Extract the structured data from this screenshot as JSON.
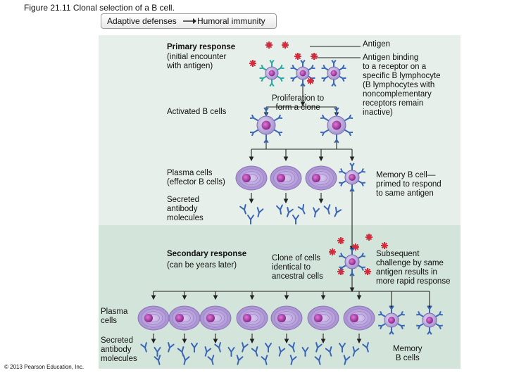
{
  "figure_title": "Figure 21.11 Clonal selection of a B cell.",
  "breadcrumb": {
    "from": "Adaptive defenses",
    "to": "Humoral immunity"
  },
  "labels": {
    "primary_response": "Primary response",
    "primary_note": "(initial encounter\nwith antigen)",
    "activated_b_cells": "Activated B cells",
    "proliferation": "Proliferation to\nform a clone",
    "antigen": "Antigen",
    "antigen_binding": "Antigen binding\nto a receptor on a\nspecific B lymphocyte\n(B lymphocytes with\nnoncomplementary\nreceptors remain\ninactive)",
    "plasma_cells_effector": "Plasma cells\n(effector B cells)",
    "memory_b_cell": "Memory B cell—\nprimed to respond\nto same antigen",
    "secreted_antibody_1": "Secreted\nantibody\nmolecules",
    "secondary_response": "Secondary response",
    "secondary_note": "(can be years later)",
    "clone_identical": "Clone of cells\nidentical to\nancestral cells",
    "subsequent_challenge": "Subsequent\nchallenge by same\nantigen results in\nmore rapid response",
    "plasma_cells": "Plasma\ncells",
    "secreted_antibody_2": "Secreted\nantibody\nmolecules",
    "memory_b_cells": "Memory\nB cells"
  },
  "copyright": "© 2013 Pearson Education, Inc.",
  "colors": {
    "panel_primary": "#e7efea",
    "panel_secondary": "#d3e4da",
    "cell_body": "#b7a6d8",
    "cell_nucleus": "#b03aa8",
    "plasma_cell": "#bfa9d9",
    "antibody": "#3a66b8",
    "antigen": "#d62a3a",
    "receptor_teal": "#2aa7a0",
    "receptor_blue": "#3a66b8"
  }
}
